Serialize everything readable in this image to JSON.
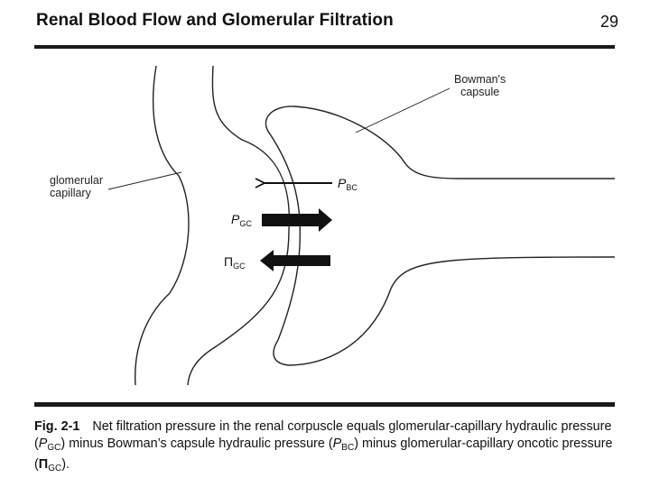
{
  "header": {
    "title": "Renal Blood Flow and Glomerular Filtration",
    "page_number": "29"
  },
  "figure": {
    "labels": {
      "glomerular_capillary_line1": "glomerular",
      "glomerular_capillary_line2": "capillary",
      "bowmans_capsule_line1": "Bowman's",
      "bowmans_capsule_line2": "capsule"
    },
    "symbols": {
      "p_bc_main": "P",
      "p_bc_sub": "BC",
      "p_gc_main": "P",
      "p_gc_sub": "GC",
      "pi_gc_main": "Π",
      "pi_gc_sub": "GC"
    }
  },
  "caption": {
    "label": "Fig. 2-1",
    "t1": "Net filtration pressure in the renal corpuscle equals glomerular-capillary hydraulic pressure (",
    "s1_main": "P",
    "s1_sub": "GC",
    "t2": ") minus Bowman’s capsule hydraulic pressure (",
    "s2_main": "P",
    "s2_sub": "BC",
    "t3": ") minus glomerular-capillary oncotic pressure (",
    "s3_main": "Π",
    "s3_sub": "GC",
    "t4": ")."
  }
}
